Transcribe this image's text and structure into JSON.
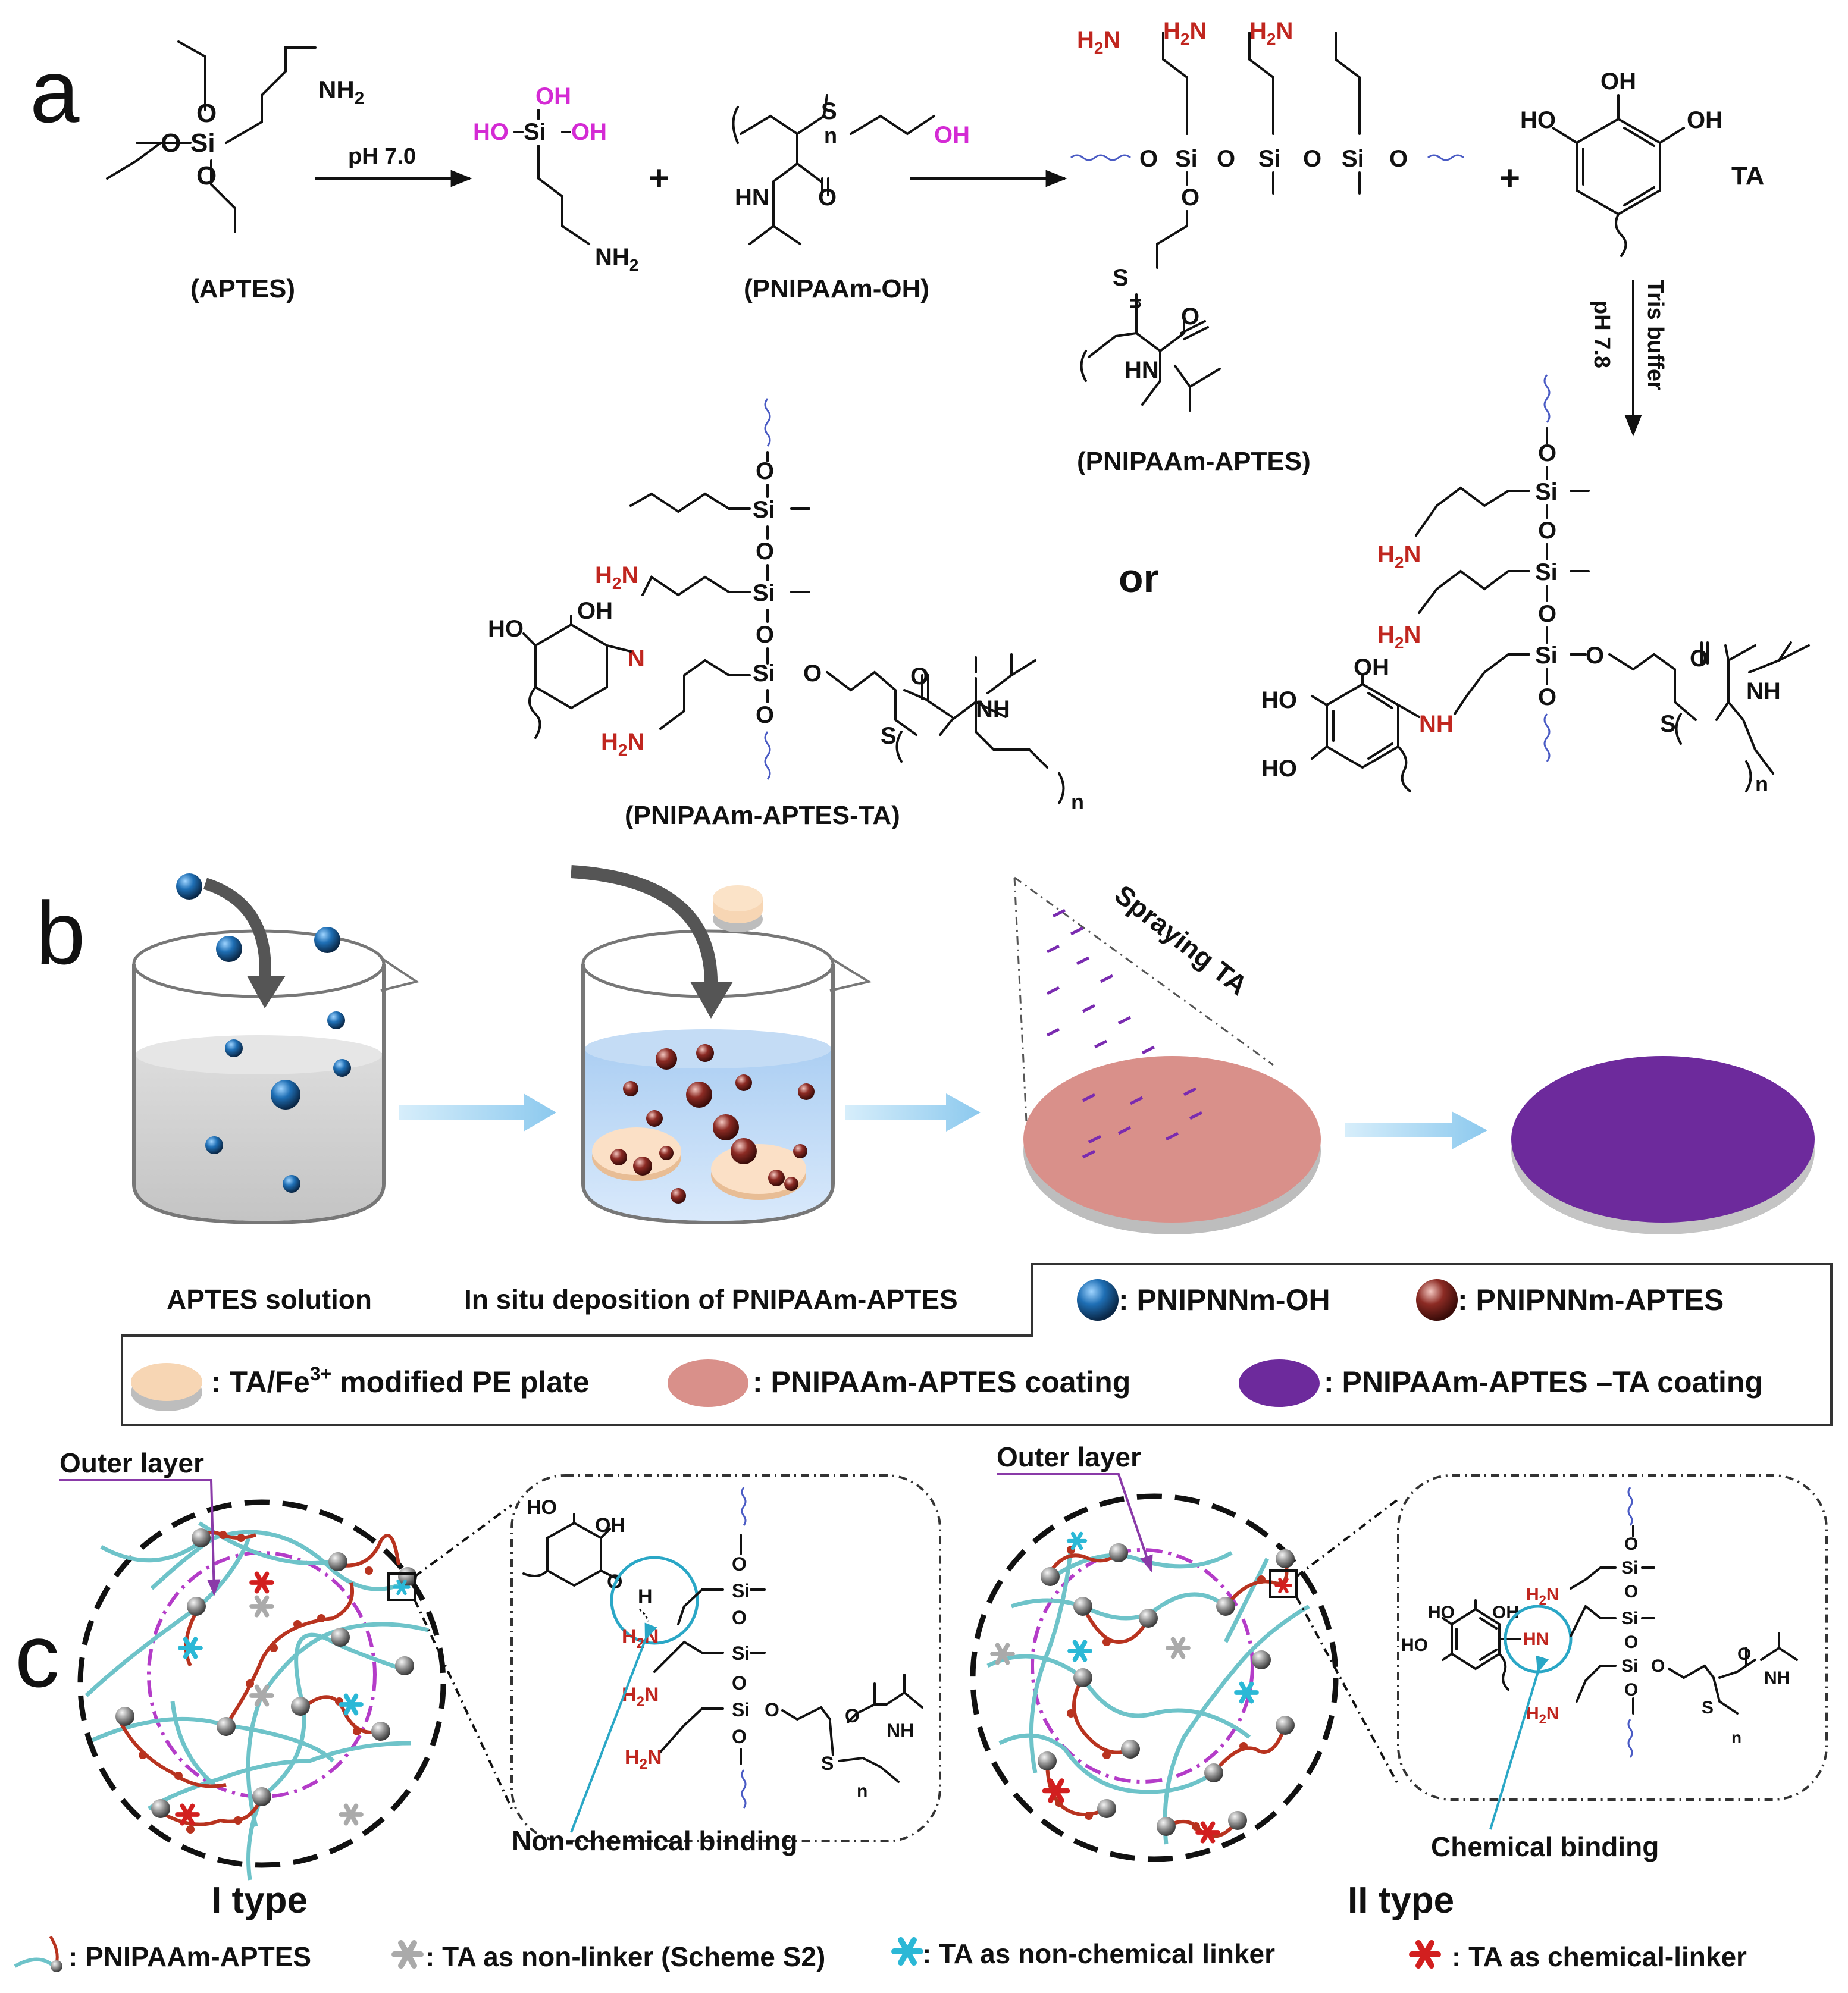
{
  "panels": {
    "a": "a",
    "b": "b",
    "c": "c"
  },
  "scheme_a": {
    "aptes": "(APTES)",
    "aptes_nh2": "NH",
    "aptes_nh2_sub": "2",
    "step1_condition": "pH 7.0",
    "silanol_oh_top": "OH",
    "silanol_ho": "HO",
    "silanol_oh_right": "OH",
    "silanol_nh2": "NH",
    "silanol_nh2_sub": "2",
    "plus": "+",
    "pnipaam_oh": "(PNIPAAm-OH)",
    "pnipaam_oh_group": "OH",
    "n": "n",
    "s": "S",
    "hn": "HN",
    "o": "O",
    "si": "Si",
    "h2n": "H",
    "h2n_sub": "2",
    "h2n_n": "N",
    "pnipaam_aptes": "(PNIPAAm-APTES)",
    "ta": "TA",
    "ta_oh_top": "OH",
    "ta_ho_left": "HO",
    "ta_oh_right": "OH",
    "step2_condition_a": "Tris buffer",
    "step2_condition_b": "pH 7.8",
    "or": "or",
    "product": "(PNIPAAm-APTES-TA)",
    "nh": "NH",
    "ho": "HO",
    "oh": "OH",
    "n_imine": "N"
  },
  "scheme_b": {
    "step1_label": "APTES  solution",
    "step2_label": "In situ deposition of PNIPAAm-APTES",
    "spraying_label": "Spraying TA",
    "legend": {
      "blue_sphere": ": PNIPNNm-OH",
      "brown_sphere": ": PNIPNNm-APTES",
      "peach_plate_a": ": TA/Fe",
      "peach_plate_sup": "3+",
      "peach_plate_b": " modified PE plate",
      "pink_disc": ":  PNIPAAm-APTES coating",
      "purple_disc": ":  PNIPAAm-APTES –TA coating"
    },
    "colors": {
      "pink": "#d9908a",
      "purple": "#6d2a9c",
      "peach": "#f7d6b4",
      "beaker_liquid_1": "#cfcfcf",
      "beaker_liquid_2": "#b4d2f2",
      "arrow": "#9fd3ef"
    }
  },
  "scheme_c": {
    "outer_layer_left": "Outer  layer",
    "outer_layer_right": "Outer  layer",
    "type_one": "I type",
    "type_two": "II type",
    "binding_left": "Non-chemical binding",
    "binding_right": "Chemical binding",
    "inset_h": "H",
    "inset_o": "O",
    "legend": {
      "polymer": ": PNIPAAm-APTES",
      "grey_star": ": TA as non-linker (Scheme S2)",
      "cyan_star": ": TA as non-chemical linker",
      "red_star": ": TA as chemical-linker"
    },
    "colors": {
      "teal": "#6ec3c9",
      "red_chain": "#b8331f",
      "grey_star": "#aaaaaa",
      "cyan_star": "#2bb8d6",
      "red_star": "#d21f1f",
      "magenta_ring": "#b43cc8"
    }
  }
}
